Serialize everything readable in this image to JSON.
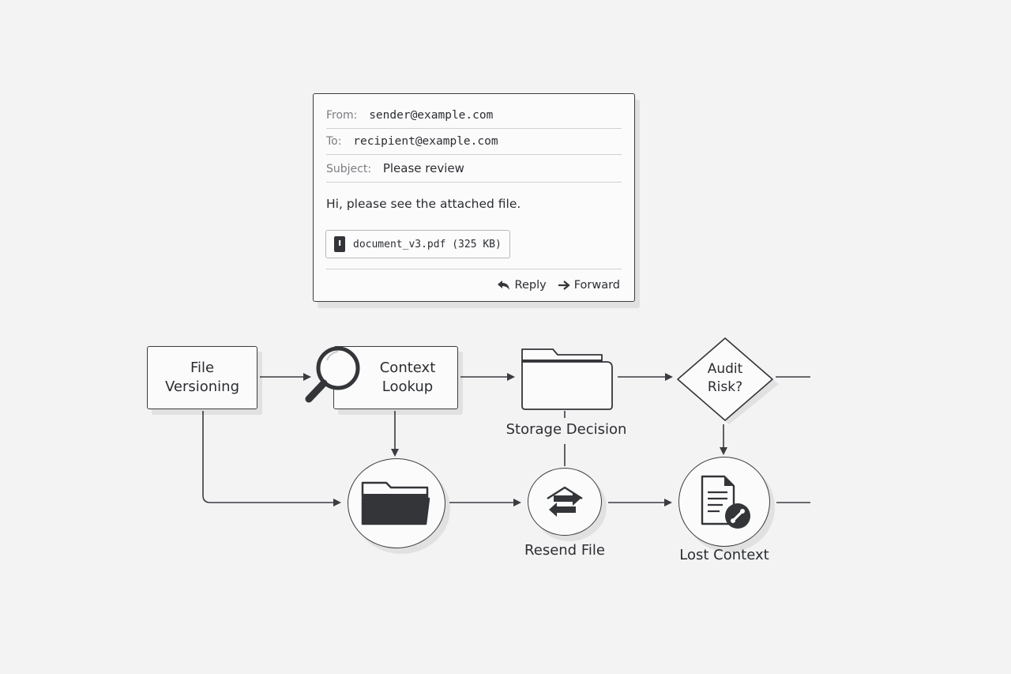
{
  "email": {
    "from_label": "From:",
    "from_value": "sender@example.com",
    "to_label": "To:",
    "to_value": "recipient@example.com",
    "subject_label": "Subject:",
    "subject_value": "Please review",
    "body": "Hi, please see the attached file.",
    "attachment": "document_v3.pdf (325 KB)",
    "reply_label": "Reply",
    "forward_label": "Forward"
  },
  "flow": {
    "file_versioning_line1": "File",
    "file_versioning_line2": "Versioning",
    "context_lookup_line1": "Context",
    "context_lookup_line2": "Lookup",
    "storage_decision": "Storage Decision",
    "audit_risk_line1": "Audit",
    "audit_risk_line2": "Risk?",
    "resend_file": "Resend File",
    "lost_context": "Lost Context"
  },
  "colors": {
    "stroke": "#3a3c40",
    "background": "#f3f3f4",
    "icon_fill": "#333539"
  }
}
